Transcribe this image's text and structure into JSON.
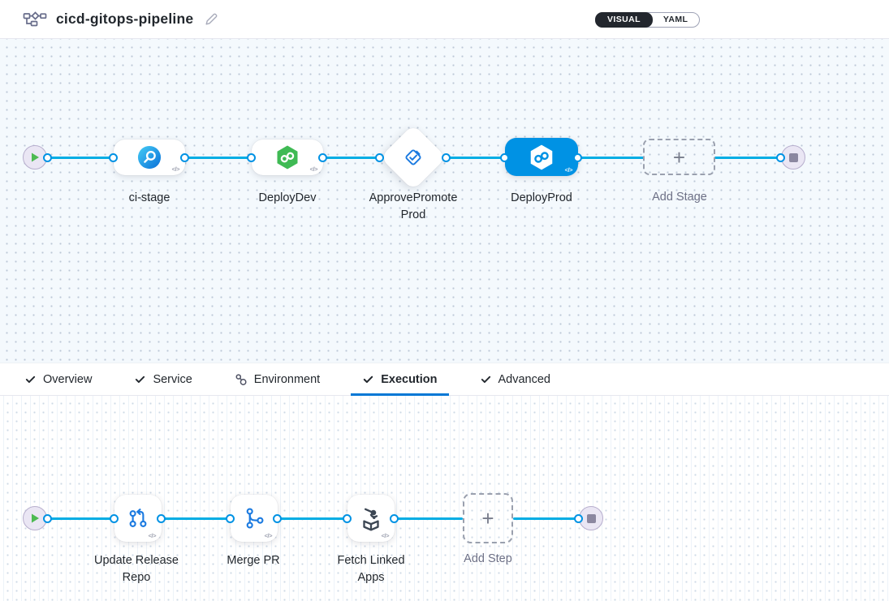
{
  "header": {
    "title": "cicd-gitops-pipeline",
    "view_toggle": {
      "visual_label": "VISUAL",
      "yaml_label": "YAML",
      "selected": "VISUAL"
    }
  },
  "colors": {
    "canvas_bg": "#f4f9fd",
    "connector_line": "#00ade4",
    "connector_ring": "#0092e4",
    "selected_stage_bg": "#0092e4",
    "primary_blue": "#0278d5",
    "cd_green": "#3fba54",
    "text_dark": "#22272d",
    "text_gray": "#6d7086",
    "toggle_dark": "#23272e"
  },
  "stage_pipeline": {
    "stages": [
      {
        "name": "ci-stage",
        "type": "ci",
        "selected": false
      },
      {
        "name": "DeployDev",
        "type": "cd",
        "selected": false
      },
      {
        "name": "ApprovePromoteProd",
        "type": "approval",
        "selected": false
      },
      {
        "name": "DeployProd",
        "type": "cd",
        "selected": true
      }
    ],
    "add_stage_label": "Add Stage",
    "plus_glyph": "+"
  },
  "tabs": [
    {
      "label": "Overview",
      "icon": "check-icon",
      "selected": false
    },
    {
      "label": "Service",
      "icon": "check-icon",
      "selected": false
    },
    {
      "label": "Environment",
      "icon": "environment-icon",
      "selected": false
    },
    {
      "label": "Execution",
      "icon": "check-icon",
      "selected": true
    },
    {
      "label": "Advanced",
      "icon": "check-icon",
      "selected": false
    }
  ],
  "execution_steps": {
    "steps": [
      {
        "name": "Update Release Repo",
        "type": "update-release-repo"
      },
      {
        "name": "Merge PR",
        "type": "merge-pr"
      },
      {
        "name": "Fetch Linked Apps",
        "type": "fetch-linked-apps"
      }
    ],
    "add_step_label": "Add Step",
    "plus_glyph": "+"
  },
  "code_badge": "</>"
}
